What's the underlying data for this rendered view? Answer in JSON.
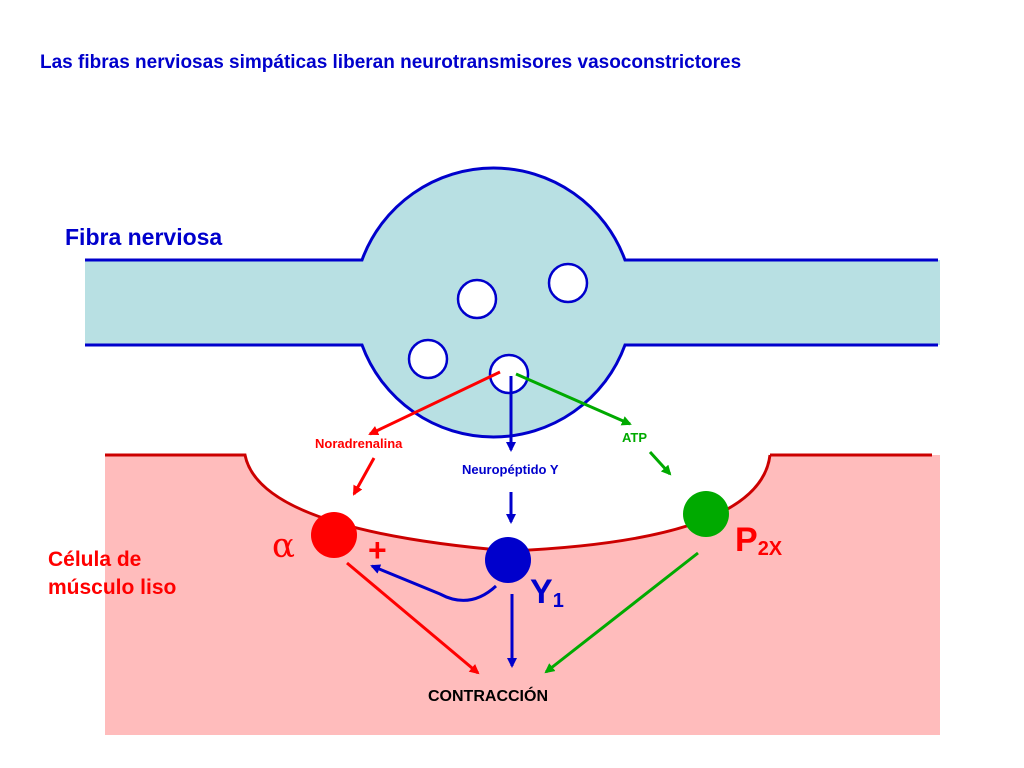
{
  "title": "Las fibras nerviosas simpáticas liberan neurotransmisores vasoconstrictores",
  "labels": {
    "fibra_nerviosa": "Fibra nerviosa",
    "celula_line1": "Célula de",
    "celula_line2": "músculo liso",
    "noradrenalina": "Noradrenalina",
    "atp": "ATP",
    "neuropeptido": "Neuropéptido Y",
    "alpha": "α",
    "plus": "+",
    "y_main": "Y",
    "y_sub": "1",
    "p_main": "P",
    "p_sub": "2X",
    "contraccion": "CONTRACCIÓN"
  },
  "colors": {
    "fiber_fill": "#b8e0e3",
    "fiber_stroke": "#0000cc",
    "muscle_fill": "#ffbcbc",
    "muscle_stroke": "#cc0000",
    "red": "#ff0000",
    "blue": "#0000cc",
    "green": "#00aa00"
  }
}
